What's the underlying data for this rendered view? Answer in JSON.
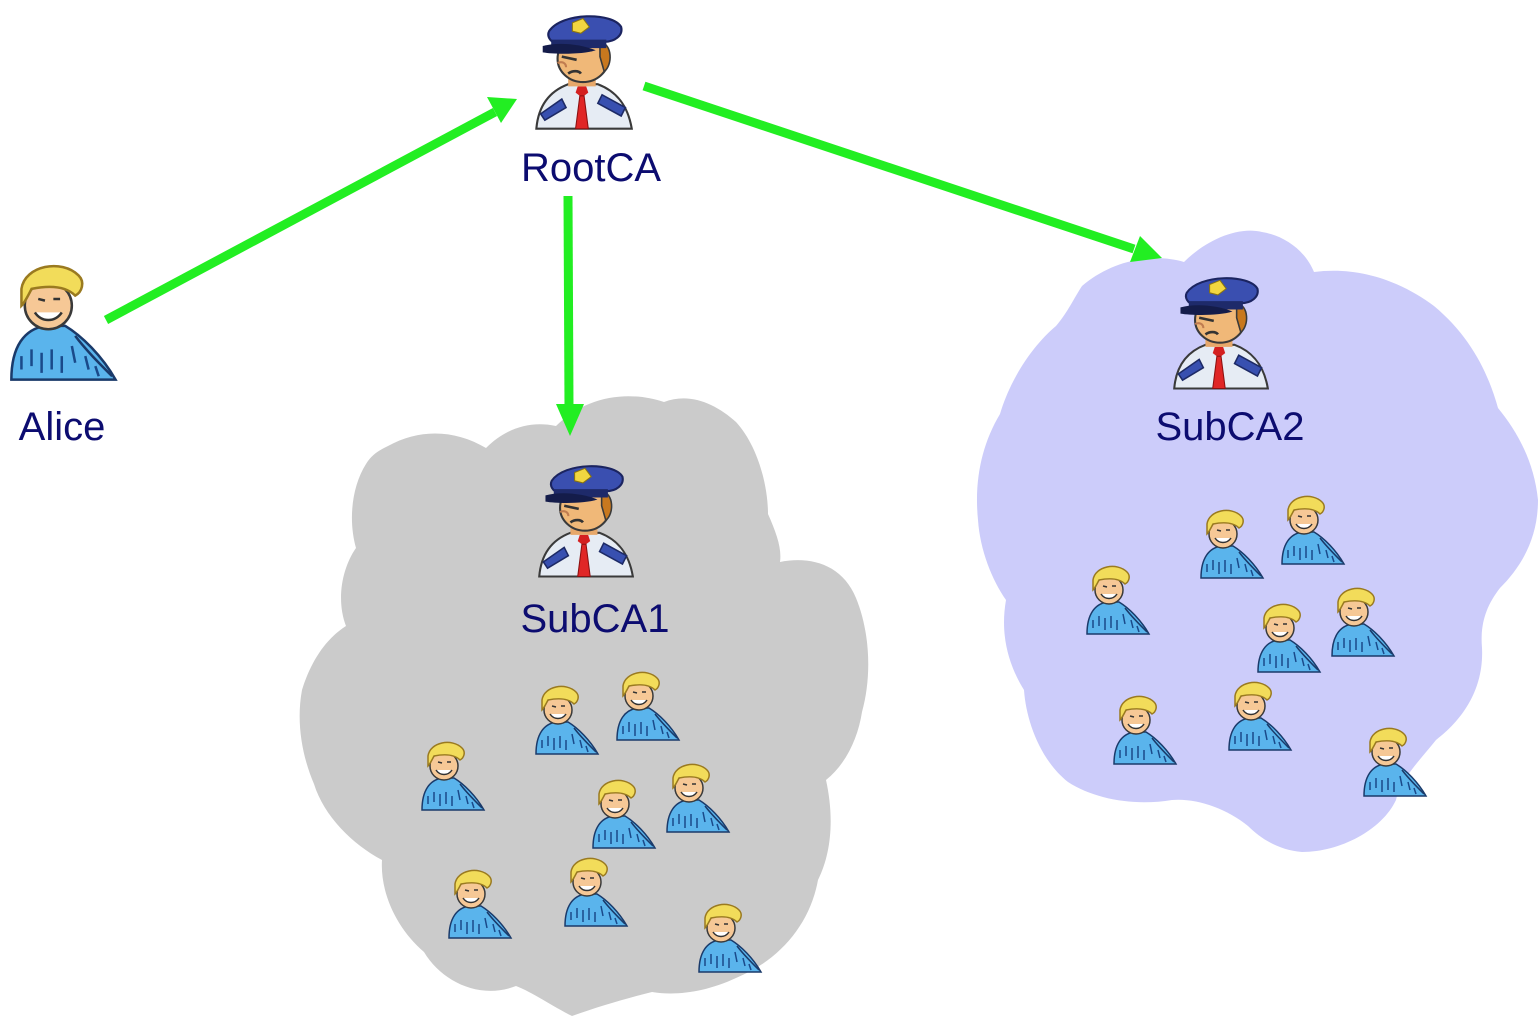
{
  "nodes": {
    "root_ca": {
      "label": "RootCA",
      "role": "root-certificate-authority"
    },
    "alice": {
      "label": "Alice",
      "role": "user"
    },
    "sub_ca1": {
      "label": "SubCA1",
      "role": "subordinate-certificate-authority",
      "member_count": 8
    },
    "sub_ca2": {
      "label": "SubCA2",
      "role": "subordinate-certificate-authority",
      "member_count": 8
    }
  },
  "edges": [
    {
      "from": "alice",
      "to": "root_ca"
    },
    {
      "from": "root_ca",
      "to": "sub_ca1"
    },
    {
      "from": "root_ca",
      "to": "sub_ca2"
    }
  ],
  "colors": {
    "arrow": "#22ee22",
    "label_text": "#0c0c70",
    "subca1_cloud": "#cbcbcb",
    "subca2_cloud": "#ccccfa"
  }
}
